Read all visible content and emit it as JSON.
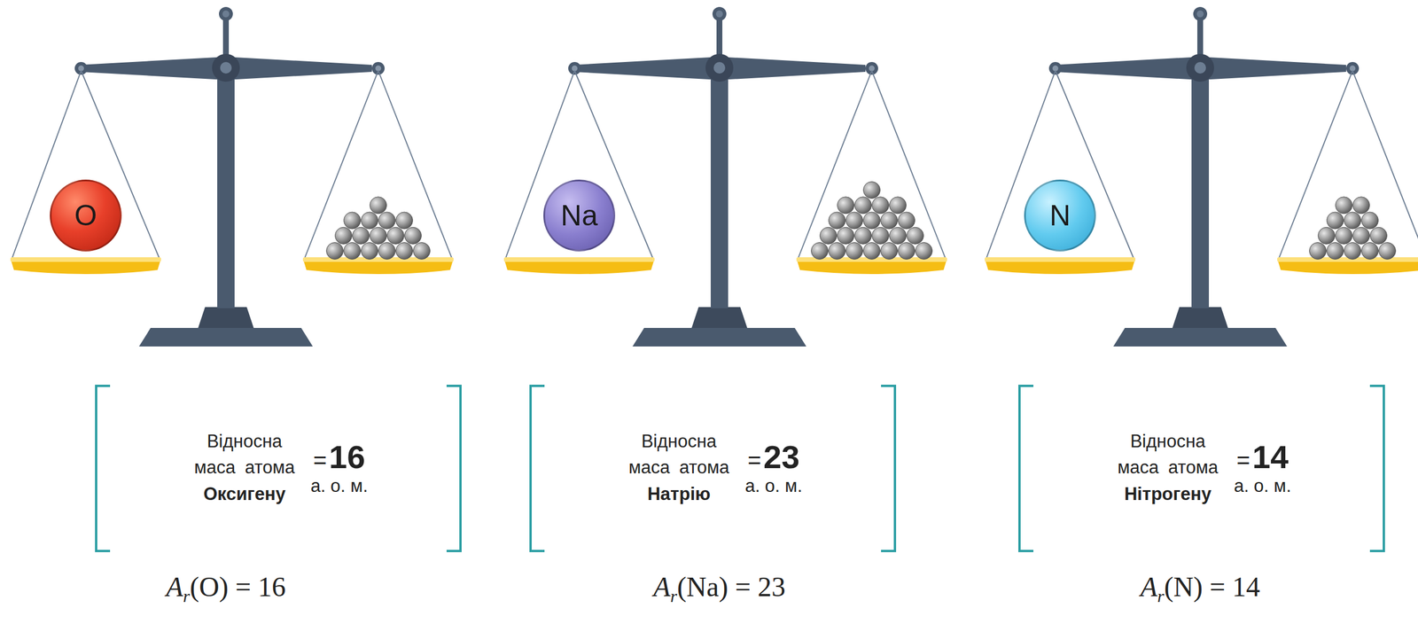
{
  "diagram": {
    "nodes": [
      {
        "text": [
          "O"
        ]
      },
      {
        "text": [
          "Na"
        ]
      },
      {
        "text": [
          "N"
        ]
      },
      {
        "text": [
          "Відносна маса атома",
          "Оксигену",
          "=",
          "16",
          "а. о. м."
        ]
      },
      {
        "text": [
          "Відносна маса атома",
          "Натрію",
          "=",
          "23",
          "а. о. м."
        ]
      },
      {
        "text": [
          "Відносна маса атома",
          "Нітрогену",
          "=",
          "14",
          "а. о. м."
        ]
      }
    ],
    "labels": [
      "A",
      "r",
      "(O) = 16",
      "A",
      "r",
      "(Na) = 23",
      "A",
      "r",
      "(N) = 14"
    ]
  }
}
